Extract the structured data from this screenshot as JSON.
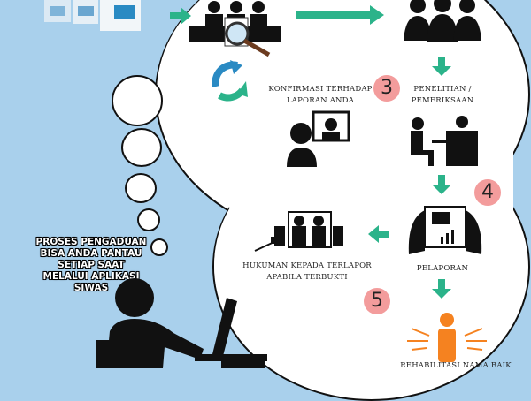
{
  "side_caption": [
    "PROSES PENGADUAN",
    "BISA ANDA PANTAU",
    "SETIAP SAAT",
    "MELALUI APLIKASI",
    "SIWAS"
  ],
  "steps": {
    "confirm": {
      "number": "3",
      "label": [
        "KONFIRMASI TERHADAP",
        "LAPORAN ANDA"
      ]
    },
    "research": {
      "label": [
        "PENELITIAN /",
        "PEMERIKSAAN"
      ]
    },
    "report": {
      "number": "4",
      "label": [
        "PELAPORAN"
      ]
    },
    "punish": {
      "label": [
        "HUKUMAN KEPADA TERLAPOR",
        "APABILA TERBUKTI"
      ]
    },
    "rehab": {
      "number": "5",
      "label": [
        "REHABILITASI NAMA BAIK"
      ]
    }
  },
  "colors": {
    "background": "#a9d0ec",
    "arrow": "#2bb38a",
    "number_badge": "#f39c9c",
    "rehab": "#f58220"
  }
}
